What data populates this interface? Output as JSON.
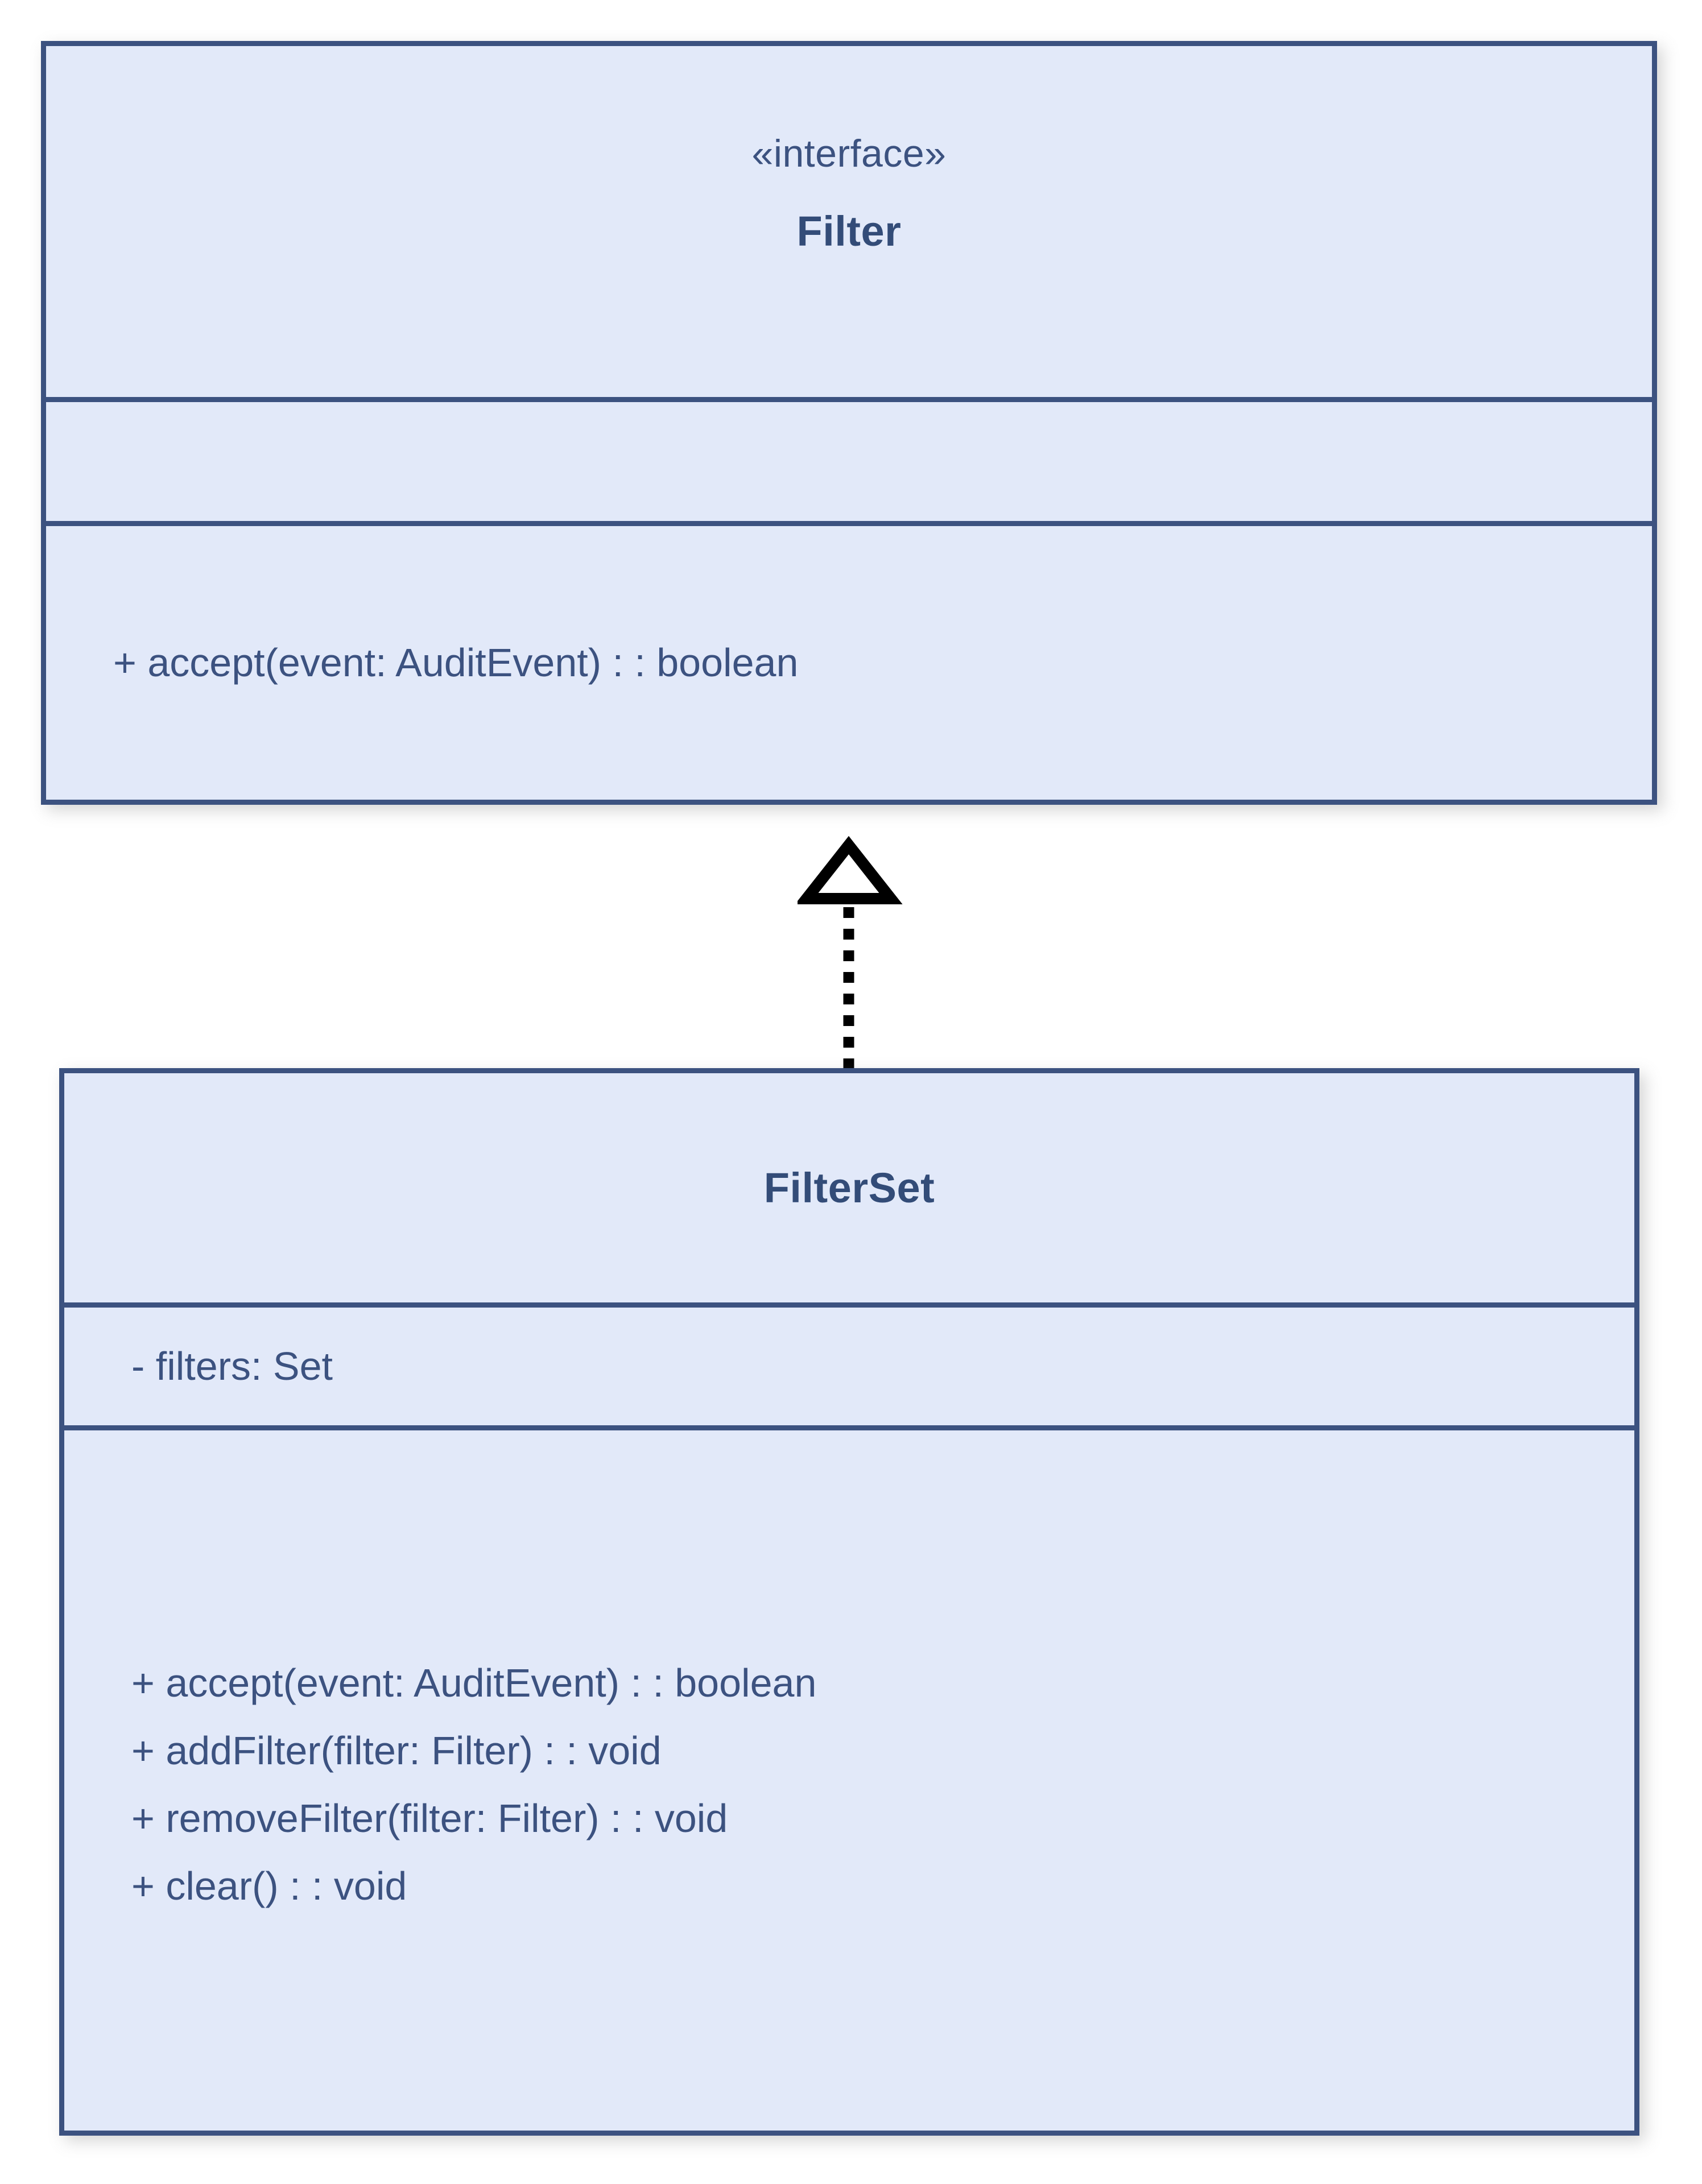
{
  "diagram": {
    "type": "uml-class-diagram",
    "background_color": "#ffffff",
    "box_fill_color": "#e2e9f9",
    "box_border_color": "#3c5280",
    "text_color": "#3c5280",
    "connector_color": "#000000"
  },
  "classes": [
    {
      "id": "filter",
      "stereotype": "«interface»",
      "name": "Filter",
      "attributes": [],
      "operations": [
        "+ accept(event: AuditEvent) : : boolean"
      ]
    },
    {
      "id": "filterset",
      "stereotype": "",
      "name": "FilterSet",
      "attributes": [
        "- filters: Set"
      ],
      "operations": [
        "+ accept(event: AuditEvent) : : boolean",
        "+ addFilter(filter: Filter) : : void",
        "+ removeFilter(filter: Filter) : : void",
        "+ clear() : : void"
      ]
    }
  ],
  "relationships": [
    {
      "id": "realization-filterset-filter",
      "kind": "realization",
      "line_style": "dotted",
      "arrow_head": "hollow-triangle",
      "from": "FilterSet",
      "to": "Filter"
    }
  ]
}
